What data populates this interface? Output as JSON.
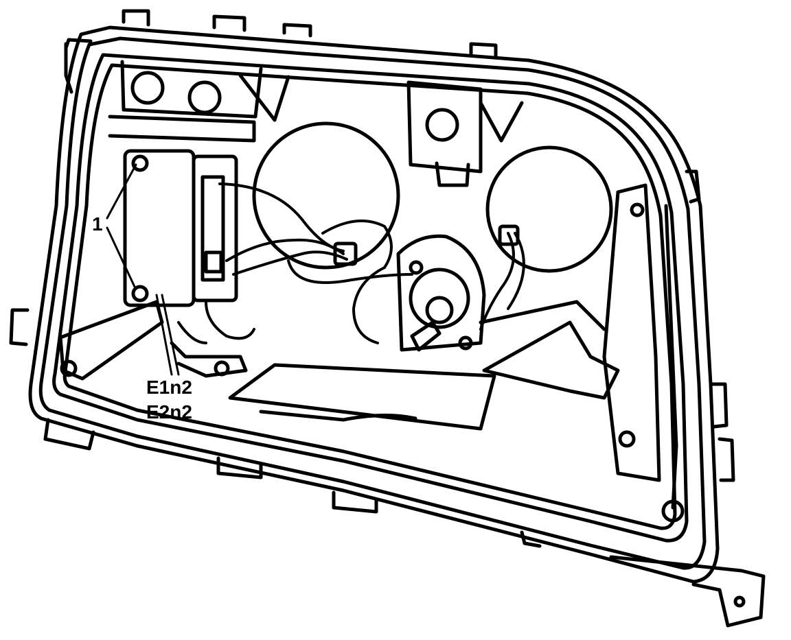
{
  "diagram": {
    "labels": {
      "callout_1": "1",
      "code_a": "E1n2",
      "code_b": "E2n2"
    }
  }
}
